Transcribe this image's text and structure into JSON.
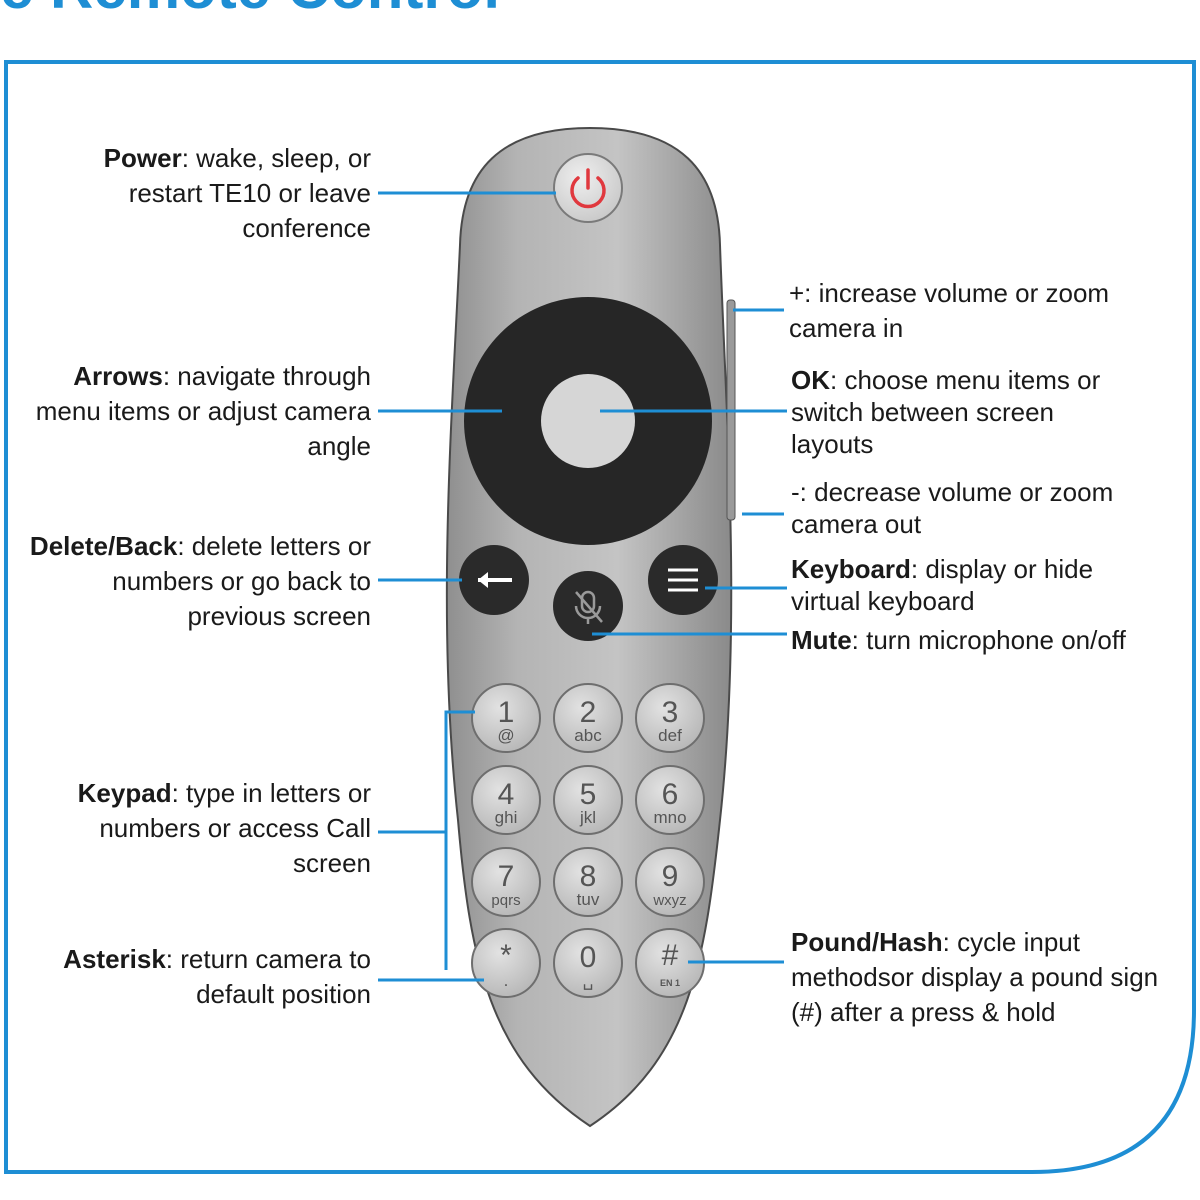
{
  "title": "e Remote Control",
  "colors": {
    "accent": "#1e8ed4",
    "power_icon": "#e0383e",
    "body": "#a8a8a8",
    "dark_button": "#262626"
  },
  "labels": {
    "power": {
      "name": "Power",
      "text": ": wake, sleep, or restart TE10 or leave conference"
    },
    "arrows": {
      "name": "Arrows",
      "text": ": navigate through menu items or adjust camera angle"
    },
    "delete": {
      "name": "Delete/Back",
      "text": ": delete letters or numbers or go back to previous screen"
    },
    "keypad": {
      "name": "Keypad",
      "text": ": type in letters or numbers or access Call screen"
    },
    "asterisk": {
      "name": "Asterisk",
      "text": ": return camera to default position"
    },
    "plus": {
      "name": "",
      "text": "+: increase volume or zoom camera in"
    },
    "ok": {
      "name": "OK",
      "text": ": choose menu items or switch between screen layouts"
    },
    "minus": {
      "name": "",
      "text": "-: decrease volume or zoom camera out"
    },
    "keyboard": {
      "name": "Keyboard",
      "text": ": display or hide virtual keyboard"
    },
    "mute": {
      "name": "Mute",
      "text": ": turn microphone on/off"
    },
    "pound": {
      "name": "Pound/Hash",
      "text": ": cycle input methodsor display a pound sign (#) after a press & hold"
    }
  },
  "keys": [
    {
      "num": "1",
      "sub": "@"
    },
    {
      "num": "2",
      "sub": "abc"
    },
    {
      "num": "3",
      "sub": "def"
    },
    {
      "num": "4",
      "sub": "ghi"
    },
    {
      "num": "5",
      "sub": "jkl"
    },
    {
      "num": "6",
      "sub": "mno"
    },
    {
      "num": "7",
      "sub": "pqrs"
    },
    {
      "num": "8",
      "sub": "tuv"
    },
    {
      "num": "9",
      "sub": "wxyz"
    },
    {
      "num": "*",
      "sub": "."
    },
    {
      "num": "0",
      "sub": "␣"
    },
    {
      "num": "#",
      "sub": "EN 1"
    }
  ]
}
